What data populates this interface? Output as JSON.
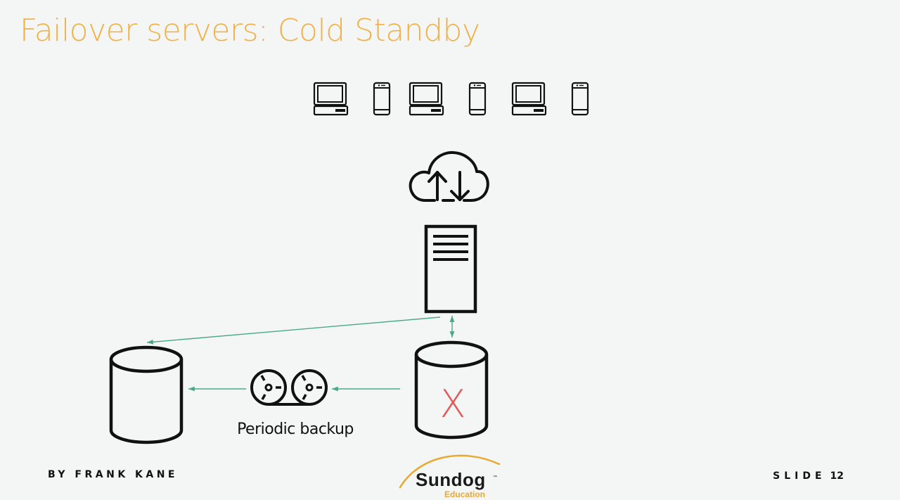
{
  "slide": {
    "title": "Failover servers: Cold Standby",
    "author": "BY FRANK KANE",
    "slide_label": "SLIDE",
    "slide_number": "12"
  },
  "diagram": {
    "clients": [
      "laptop-icon",
      "phone-icon",
      "laptop-icon",
      "phone-icon",
      "laptop-icon",
      "phone-icon"
    ],
    "cloud_icon": "cloud-sync-icon",
    "server_icon": "server-tower-icon",
    "primary_db_icon": "database-icon",
    "failed_marker": "X",
    "backup_icon": "tape-reel-icon",
    "standby_db_icon": "database-icon",
    "backup_caption": "Periodic backup",
    "arrow_color": "#4aa88a",
    "failure_color": "#e05a5a"
  },
  "logo": {
    "name": "Sundog",
    "trademark": "™",
    "subtitle": "Education",
    "accent_color": "#e8a92f"
  },
  "colors": {
    "title": "#f0b24a",
    "background": "#f4f6f5"
  }
}
